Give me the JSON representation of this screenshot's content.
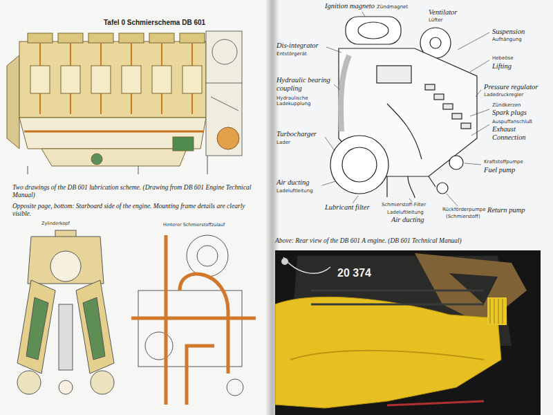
{
  "diagram": {
    "title": "Tafel 0 Schmierschema DB 601",
    "caption": "Two drawings of the DB 601 lubrication scheme. (Drawing from DB 601 Engine Technical Manual)",
    "labels": [
      "Ignition magneto",
      "Zündmagnet",
      "Ventilator",
      "Lüfter",
      "Suspension",
      "Aufhängung",
      "Hebeöse",
      "Lifting",
      "Dis-integrator",
      "Entstörgerät",
      "Hydraulic bearing coupling",
      "Hydraulische Ladekupplung",
      "Pressure regulator",
      "Ladedruckregler",
      "Zündkerzen",
      "Spark plugs",
      "Auspuffanschluß",
      "Exhaust Connection",
      "Turbocharger",
      "Lader",
      "Kraftstoffpumpe",
      "Fuel pump",
      "Air ducting",
      "Ladeluftleitung",
      "Lubricant filter",
      "Schmierstoff-Filter",
      "Ladeluftleitung",
      "Air ducting",
      "Rückförderpumpe",
      "(Schmierstoff)",
      "Return pump",
      "Above: Rear view of the DB 601 A engine. (DB 601 Technical Manual)",
      "Opposite page, bottom: Starboard side of the engine. Mounting frame details are clearly visible.",
      "20 374",
      "Hinterer Schmierstoffzulauf",
      "Zylinderkopf"
    ]
  }
}
